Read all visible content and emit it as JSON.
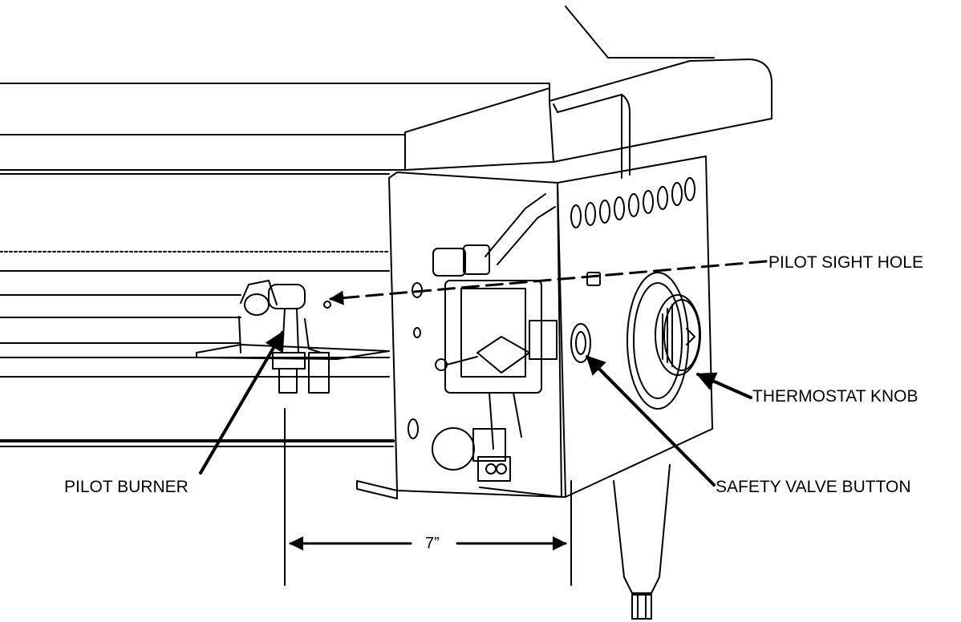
{
  "labels": {
    "pilot_sight_hole": "PILOT SIGHT HOLE",
    "thermostat_knob": "THERMOSTAT KNOB",
    "safety_valve_button": "SAFETY VALVE BUTTON",
    "pilot_burner": "PILOT BURNER",
    "dimension": "7”"
  },
  "colors": {
    "line": "#000000",
    "background": "#ffffff"
  }
}
